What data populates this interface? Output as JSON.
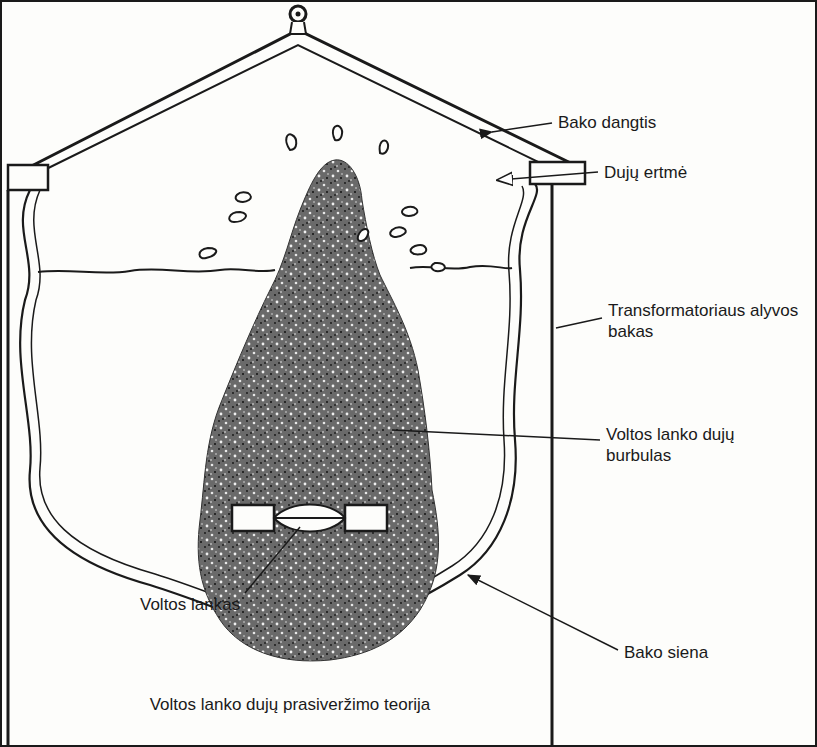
{
  "diagram": {
    "caption": "Voltos lanko dujų prasiveržimo teorija",
    "labels": [
      "Bako dangtis",
      "Dujų ertmė",
      "Transformatoriaus alyvos bakas",
      "Voltos lanko dujų burbulas",
      "Voltos lankas",
      "Bako siena"
    ]
  }
}
